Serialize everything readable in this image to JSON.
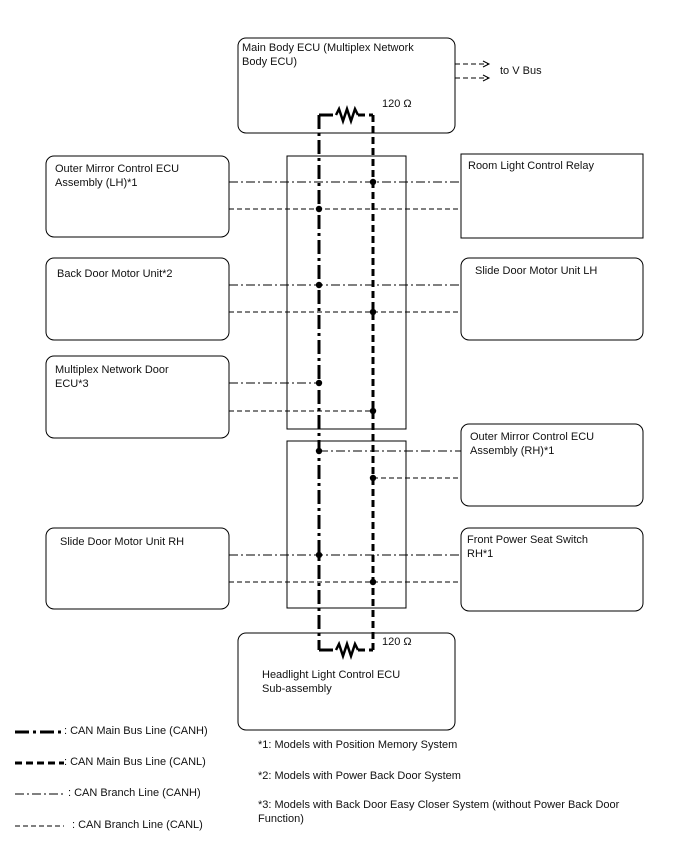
{
  "ecus": {
    "main_body": "Main Body ECU (Multiplex Network\nBody ECU)",
    "outer_mirror_lh": "Outer Mirror Control ECU\nAssembly (LH)*1",
    "room_light": "Room Light Control Relay",
    "back_door_motor": "Back Door Motor Unit*2",
    "slide_door_lh": "Slide Door Motor Unit LH",
    "multiplex_door": "Multiplex Network Door\nECU*3",
    "outer_mirror_rh": "Outer Mirror Control ECU\nAssembly (RH)*1",
    "slide_door_rh": "Slide Door Motor Unit RH",
    "front_power_seat": "Front Power Seat Switch\nRH*1",
    "headlight": "Headlight Light Control ECU\nSub-assembly"
  },
  "to_v_bus": "to V Bus",
  "resistor_top": "120 Ω",
  "resistor_bottom": "120 Ω",
  "legend": {
    "canh_main": ": CAN Main Bus Line (CANH)",
    "canl_main": ": CAN Main Bus Line (CANL)",
    "canh_branch": ": CAN Branch Line (CANH)",
    "canl_branch": ": CAN Branch Line (CANL)"
  },
  "notes": {
    "n1": "*1: Models with Position Memory System",
    "n2": "*2: Models with Power Back Door System",
    "n3": "*3: Models with Back Door Easy Closer System (without Power Back Door Function)"
  }
}
